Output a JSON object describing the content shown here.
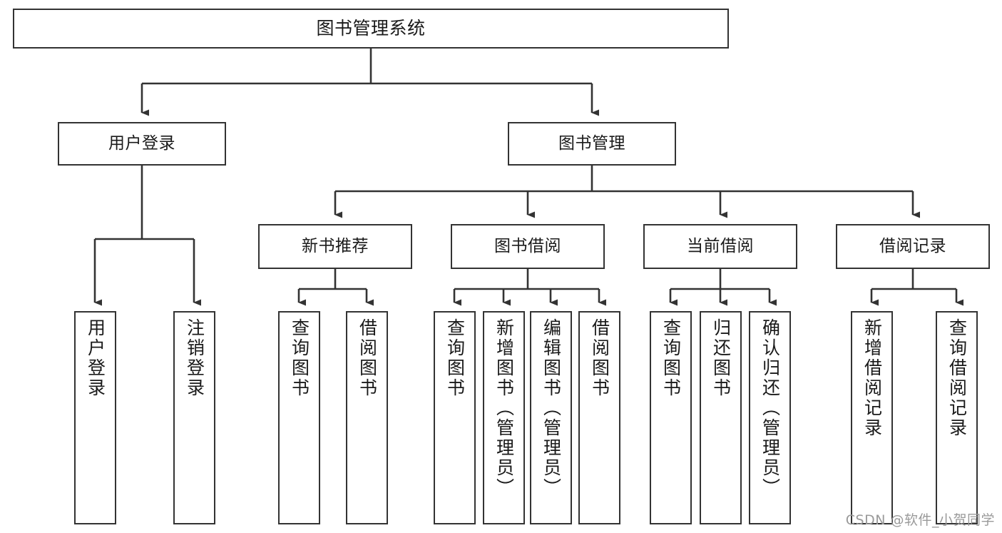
{
  "diagram": {
    "type": "hierarchy-tree",
    "title": "图书管理系统",
    "levels": 4,
    "colors": {
      "box_border": "#333333",
      "box_fill": "#ffffff",
      "connector": "#333333",
      "canvas": "#ffffff",
      "watermark": "#9a9a9a"
    },
    "nodes": {
      "root": {
        "label": "图书管理系统",
        "level": 0
      },
      "user_login": {
        "label": "用户登录",
        "level": 1
      },
      "book_manage": {
        "label": "图书管理",
        "level": 1
      },
      "new_book_rec": {
        "label": "新书推荐",
        "level": 2
      },
      "book_borrow": {
        "label": "图书借阅",
        "level": 2
      },
      "current_borrow": {
        "label": "当前借阅",
        "level": 2
      },
      "borrow_record": {
        "label": "借阅记录",
        "level": 2
      },
      "leaf_user_login": {
        "label": "用户登录",
        "level": 3
      },
      "leaf_logout": {
        "label": "注销登录",
        "level": 3
      },
      "leaf_query_book_a": {
        "label": "查询图书",
        "level": 3
      },
      "leaf_borrow_book_a": {
        "label": "借阅图书",
        "level": 3
      },
      "leaf_query_book_b": {
        "label": "查询图书",
        "level": 3
      },
      "leaf_add_book_admin": {
        "label": "新增图书（管理员）",
        "level": 3
      },
      "leaf_edit_book_admin": {
        "label": "编辑图书（管理员）",
        "level": 3
      },
      "leaf_borrow_book_b": {
        "label": "借阅图书",
        "level": 3
      },
      "leaf_query_book_c": {
        "label": "查询图书",
        "level": 3
      },
      "leaf_return_book": {
        "label": "归还图书",
        "level": 3
      },
      "leaf_confirm_return_admin": {
        "label": "确认归还（管理员）",
        "level": 3
      },
      "leaf_add_record": {
        "label": "新增借阅记录",
        "level": 3
      },
      "leaf_query_record": {
        "label": "查询借阅记录",
        "level": 3
      }
    },
    "edges": [
      {
        "from": "root",
        "to": "user_login"
      },
      {
        "from": "root",
        "to": "book_manage"
      },
      {
        "from": "user_login",
        "to": "leaf_user_login"
      },
      {
        "from": "user_login",
        "to": "leaf_logout"
      },
      {
        "from": "book_manage",
        "to": "new_book_rec"
      },
      {
        "from": "book_manage",
        "to": "book_borrow"
      },
      {
        "from": "book_manage",
        "to": "current_borrow"
      },
      {
        "from": "book_manage",
        "to": "borrow_record"
      },
      {
        "from": "new_book_rec",
        "to": "leaf_query_book_a"
      },
      {
        "from": "new_book_rec",
        "to": "leaf_borrow_book_a"
      },
      {
        "from": "book_borrow",
        "to": "leaf_query_book_b"
      },
      {
        "from": "book_borrow",
        "to": "leaf_add_book_admin"
      },
      {
        "from": "book_borrow",
        "to": "leaf_edit_book_admin"
      },
      {
        "from": "book_borrow",
        "to": "leaf_borrow_book_b"
      },
      {
        "from": "current_borrow",
        "to": "leaf_query_book_c"
      },
      {
        "from": "current_borrow",
        "to": "leaf_return_book"
      },
      {
        "from": "current_borrow",
        "to": "leaf_confirm_return_admin"
      },
      {
        "from": "borrow_record",
        "to": "leaf_add_record"
      },
      {
        "from": "borrow_record",
        "to": "leaf_query_record"
      }
    ]
  },
  "watermark": {
    "text": "CSDN @软件_小贺同学"
  }
}
